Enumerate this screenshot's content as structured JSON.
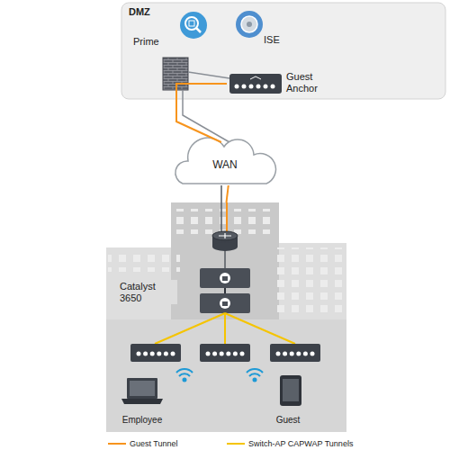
{
  "diagram": {
    "nodes": [
      {
        "text": [
          "DMZ"
        ]
      },
      {
        "text": [
          "Prime"
        ],
        "in": 0
      },
      {
        "text": [
          "ISE"
        ],
        "in": 0
      },
      {
        "text": [
          "Guest Anchor"
        ],
        "in": 0
      },
      {
        "text": [
          "WAN"
        ]
      },
      {
        "text": [
          "Catalyst 3650"
        ]
      },
      {
        "text": [
          "Employee"
        ],
        "in": 5
      },
      {
        "text": [
          "Guest"
        ],
        "in": 5
      }
    ],
    "edges": [
      {
        "from": 3,
        "to": 4,
        "arrow": "none"
      },
      {
        "from": 4,
        "to": 5,
        "arrow": "none"
      }
    ],
    "legend": [
      {
        "text": "Guest Tunnel"
      },
      {
        "text": "Switch-AP CAPWAP Tunnels"
      }
    ]
  }
}
